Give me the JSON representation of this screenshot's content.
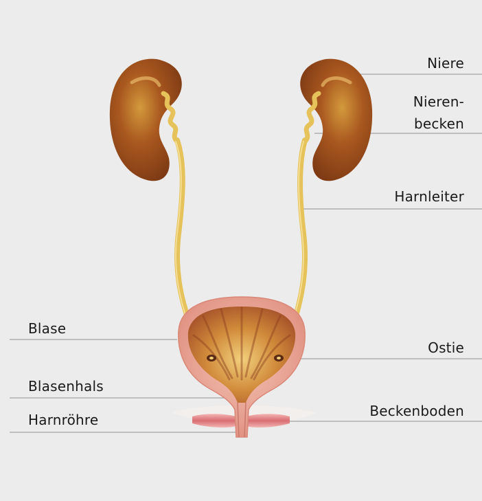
{
  "labels": {
    "niere": "Niere",
    "nierenbecken_line1": "Nieren-",
    "nierenbecken_line2": "becken",
    "harnleiter": "Harnleiter",
    "blase": "Blase",
    "ostie": "Ostie",
    "blasenhals": "Blasenhals",
    "beckenboden": "Beckenboden",
    "harnroehre": "Harnröhre"
  },
  "colors": {
    "background": "#ececec",
    "kidney": "#a9581f",
    "ureter": "#e6c35a",
    "bladder_wall": "#e8a79a",
    "bladder_inner": "#c9782e",
    "pelvic_floor": "#e38a8a",
    "leader_line": "#8f8f8f"
  }
}
